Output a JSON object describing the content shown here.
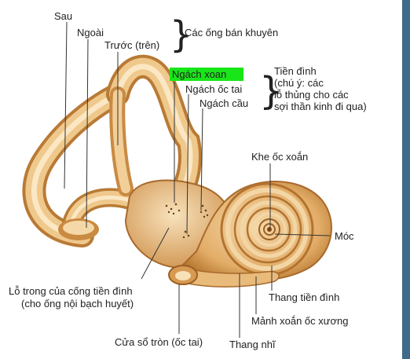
{
  "labels": {
    "sau": "Sau",
    "ngoai": "Ngoài",
    "truoc": "Trước (trên)",
    "ong_ban_khuyen": "Các ống bán khuyên",
    "ngach_xoan": "Ngách xoan",
    "ngach_oc_tai": "Ngách ốc tai",
    "ngach_cau": "Ngách cầu",
    "tien_dinh_1": "Tiền đình",
    "tien_dinh_2": "(chú ý: các",
    "tien_dinh_3": "lỗ thủng cho các",
    "tien_dinh_4": "sợi thần kinh đi qua)",
    "khe_oc_xoan": "Khe ốc xoắn",
    "moc": "Móc",
    "lo_trong_1": "Lỗ trong của cống tiền đình",
    "lo_trong_2": "(cho ống nội bạch huyết)",
    "thang_tien_dinh": "Thang tiền đình",
    "manh_xoan": "Mảnh xoắn ốc xương",
    "cua_so_tron": "Cửa sổ tròn (ốc tai)",
    "thang_nhi": "Thang nhĩ"
  },
  "colors": {
    "highlight": "#19e619",
    "bone_light": "#f2cf98",
    "bone_mid": "#dfa862",
    "bone_dark": "#b07532",
    "canal_inner": "#fbe7c4",
    "background": "#ffffff"
  }
}
